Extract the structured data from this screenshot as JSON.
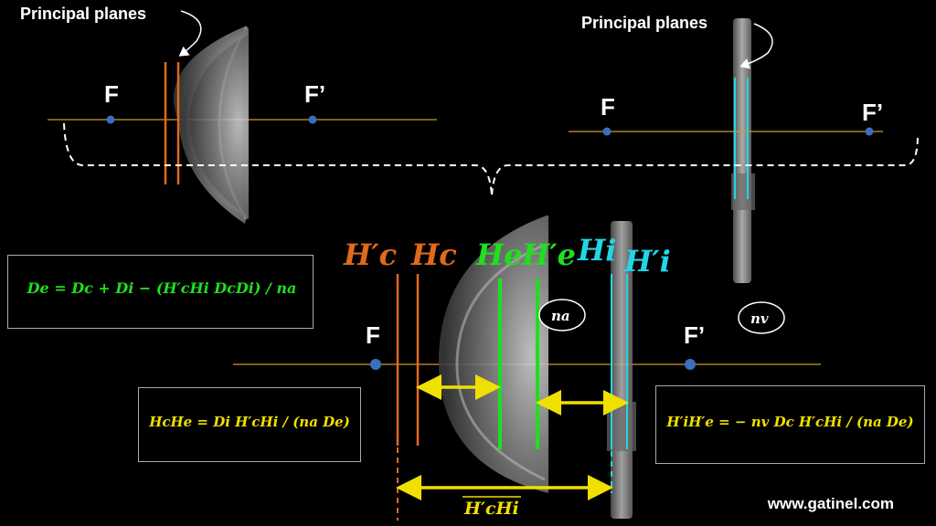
{
  "colors": {
    "axis": "#d49a1a",
    "orange": "#e06a1c",
    "green": "#1fdf1f",
    "cyan": "#22d6e8",
    "yellow": "#f0e000",
    "focal_point": "#3a6fc0"
  },
  "top_left": {
    "title": "Principal planes",
    "focal_front": "F",
    "focal_back": "F’"
  },
  "top_right": {
    "title": "Principal planes",
    "focal_front": "F",
    "focal_back": "F’"
  },
  "bottom": {
    "focal_front": "F",
    "focal_back": "F’",
    "plane_labels": {
      "hpc": "H′c",
      "hc": "Hc",
      "he": "He",
      "hpe": "H′e",
      "hi": "Hi",
      "hpi": "H′i"
    },
    "medium_a": "na",
    "medium_v": "nv",
    "distance_label": "H′cHi"
  },
  "formulas": {
    "de": "De = Dc + Di − (H′cHi DcDi) / na",
    "hche": "HcHe = Di H′cHi / (na De)",
    "hpihpe": "H′iH′e = − nv Dc H′cHi / (na De)"
  },
  "watermark": "www.gatinel.com"
}
